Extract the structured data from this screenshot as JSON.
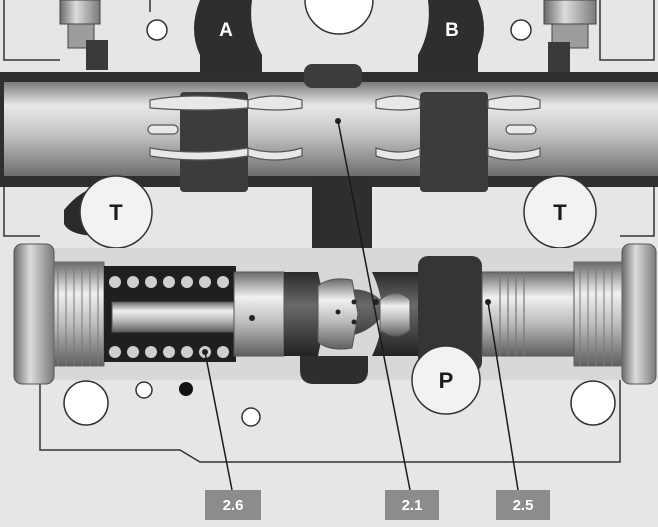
{
  "ports": {
    "a": "A",
    "b": "B",
    "t_left": "T",
    "t_right": "T",
    "p": "P"
  },
  "callouts": {
    "c26": "2.6",
    "c21": "2.1",
    "c25": "2.5"
  },
  "colors": {
    "housing": "#e6e6e6",
    "housing_outline": "#333333",
    "bore_dark": "#2f2f2f",
    "steel_light": "#d9d9d9",
    "steel_dark": "#8a8a8a",
    "callout_bg": "#8c8c8c"
  }
}
